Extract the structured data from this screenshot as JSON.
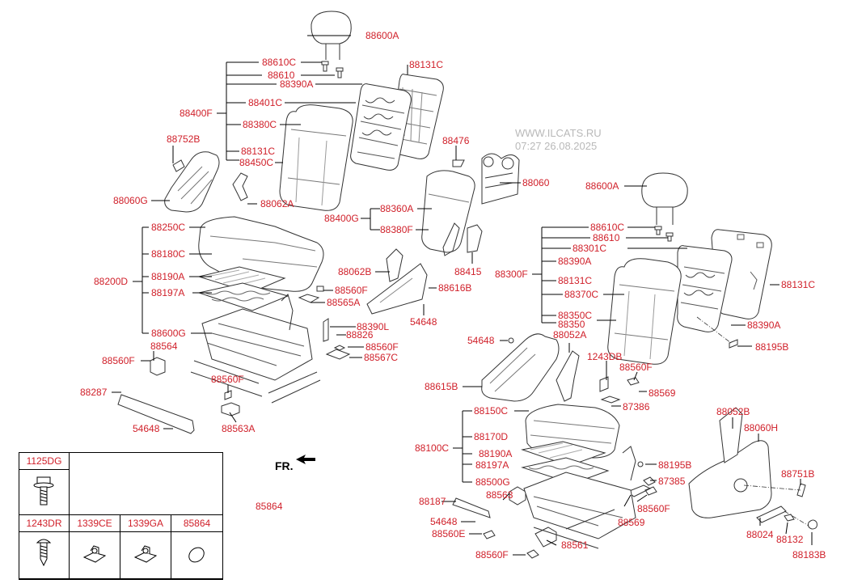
{
  "watermark": {
    "line1": "WWW.ILCATS.RU",
    "line2": "07:27 26.08.2025"
  },
  "direction_label": "FR.",
  "colors": {
    "label": "#d0202a",
    "line": "#000000",
    "part_stroke": "#333333",
    "watermark": "#b9b9b9"
  },
  "left_seat_labels": {
    "l88600A": "88600A",
    "l88610C": "88610C",
    "l88610": "88610",
    "l88390A": "88390A",
    "l88131C_top": "88131C",
    "l88401C": "88401C",
    "l88400F": "88400F",
    "l88380C": "88380C",
    "l88752B": "88752B",
    "l88131C_mid": "88131C",
    "l88450C": "88450C",
    "l88476": "88476",
    "l88060": "88060",
    "l88060G": "88060G",
    "l88062A": "88062A",
    "l88360A": "88360A",
    "l88400G": "88400G",
    "l88380F": "88380F",
    "l88250C": "88250C",
    "l88180C": "88180C",
    "l88415": "88415",
    "l88062B": "88062B",
    "l88200D": "88200D",
    "l88190A": "88190A",
    "l88616B": "88616B",
    "l88560F_a": "88560F",
    "l88197A": "88197A",
    "l88565A": "88565A",
    "l54648_a": "54648",
    "l88390L": "88390L",
    "l88600G": "88600G",
    "l88826": "88826",
    "l88564": "88564",
    "l88560F_b": "88560F",
    "l88560F_c": "88560F",
    "l88567C": "88567C",
    "l88560F_d": "88560F",
    "l88287": "88287",
    "l88563A": "88563A",
    "l54648_b": "54648",
    "l85864": "85864"
  },
  "right_seat_labels": {
    "r88600A": "88600A",
    "r88610C": "88610C",
    "r88610": "88610",
    "r88301C": "88301C",
    "r88131C": "88131C",
    "r88390A_a": "88390A",
    "r88300F": "88300F",
    "r88131C_b": "88131C",
    "r88370C": "88370C",
    "r88350C": "88350C",
    "r88350": "88350",
    "r88390A_b": "88390A",
    "r54648_a": "54648",
    "r88052A": "88052A",
    "r88195B_a": "88195B",
    "r1243DB": "1243DB",
    "r88560F_a": "88560F",
    "r88615B": "88615B",
    "r88569_a": "88569",
    "r87386": "87386",
    "r88150C": "88150C",
    "r88052B": "88052B",
    "r88060H": "88060H",
    "r88170D": "88170D",
    "r88100C": "88100C",
    "r88190A": "88190A",
    "r88195B_b": "88195B",
    "r88197A": "88197A",
    "r88751B": "88751B",
    "r88500G": "88500G",
    "r87385": "87385",
    "r88187": "88187",
    "r88563": "88563",
    "r88560F_b": "88560F",
    "r88569_b": "88569",
    "r54648_b": "54648",
    "r88560E": "88560E",
    "r88024": "88024",
    "r88132": "88132",
    "r88561": "88561",
    "r88560F_c": "88560F",
    "r88183B": "88183B"
  },
  "legend": {
    "cells": [
      {
        "code": "1125DG",
        "icon": "flange-bolt-icon"
      },
      {
        "code": "1243DR",
        "icon": "tapping-screw-icon"
      },
      {
        "code": "1339CE",
        "icon": "clip-nut-icon"
      },
      {
        "code": "1339GA",
        "icon": "clip-nut-icon"
      },
      {
        "code": "85864",
        "icon": "oval-pad-icon"
      }
    ]
  }
}
